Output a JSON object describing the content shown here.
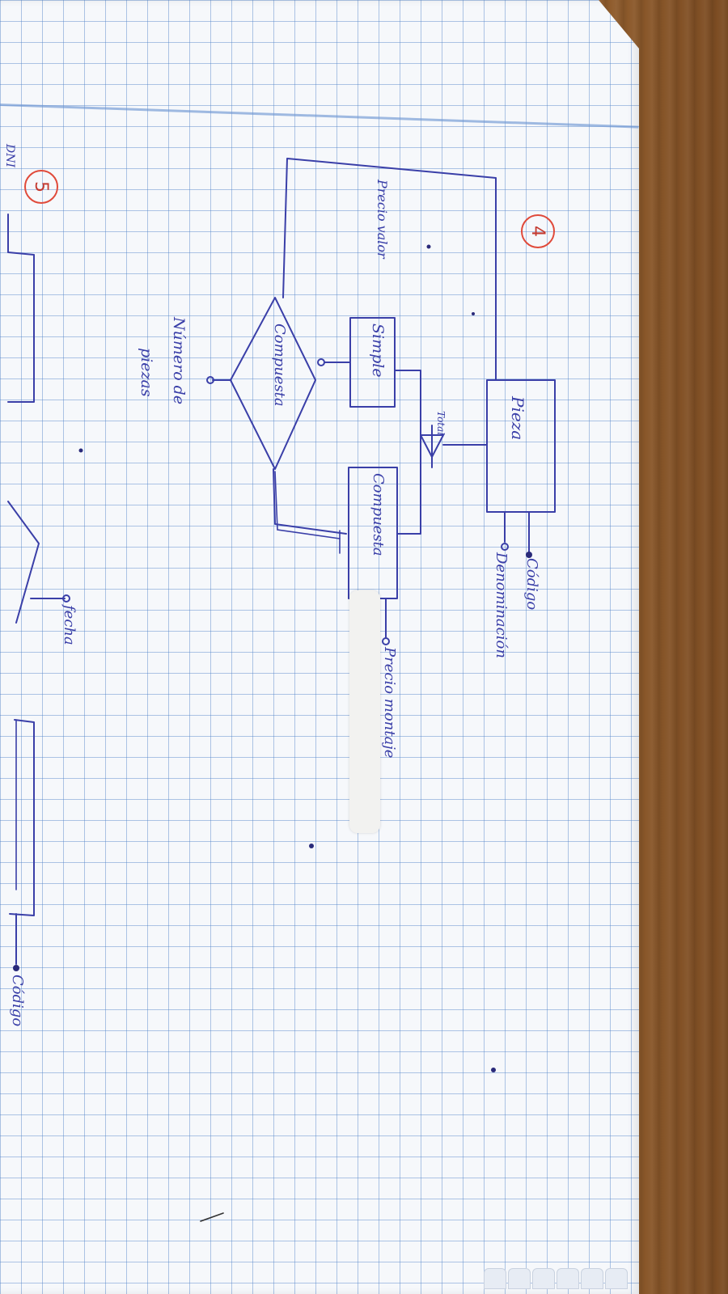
{
  "diagram": {
    "section_4": {
      "number": "4"
    },
    "section_5": {
      "number": "5"
    },
    "entities": {
      "pieza": "Pieza",
      "simple": "Simple",
      "compuesta": "Compuesta"
    },
    "relationship": {
      "label": "Compuesta"
    },
    "hierarchy": {
      "label": "Total"
    },
    "attributes": {
      "codigo": "Código",
      "denominacion": "Denominación",
      "precio_valor": "Precio valor",
      "precio_montaje": "Precio montaje",
      "numero_de_piezas_line1": "Número de",
      "numero_de_piezas_line2": "piezas"
    },
    "section_5_labels": {
      "dni": "DNI",
      "fecha": "fecha",
      "codigo": "Código"
    }
  }
}
